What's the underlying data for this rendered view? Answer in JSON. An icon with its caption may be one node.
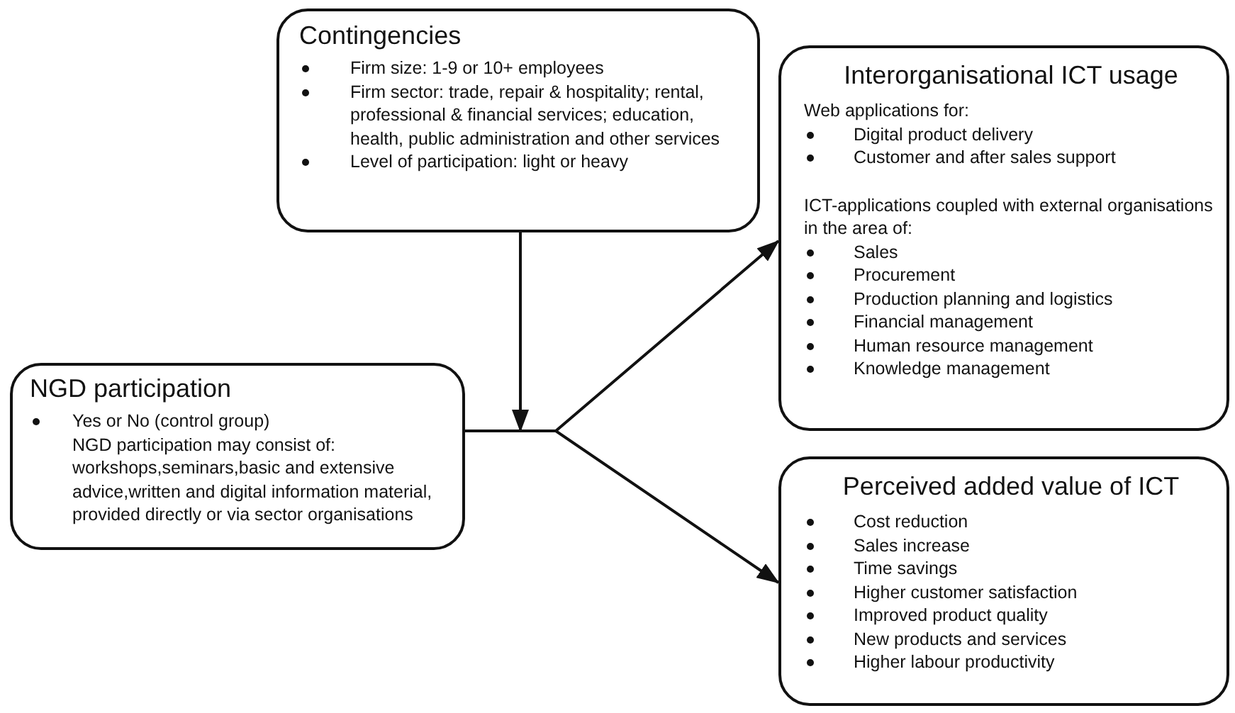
{
  "diagram": {
    "nodes": [
      {
        "text": [
          "Contingencies",
          "Firm size: 1-9 or 10+ employees",
          "Firm sector: trade, repair & hospitality; rental, professional & financial services; education, health, public administration and other services",
          "Level of participation: light or heavy"
        ]
      },
      {
        "text": [
          "Interorganisational ICT usage",
          "Web applications for:",
          "Digital product delivery",
          "Customer and after sales support",
          "ICT-applications coupled with external organisations in the area of:",
          "Sales",
          "Procurement",
          "Production planning and logistics",
          "Financial management",
          "Human resource management",
          "Knowledge management"
        ]
      },
      {
        "text": [
          "NGD participation",
          "Yes or No (control group)",
          "NGD participation may consist of: workshops,seminars,basic and extensive advice,written and digital information material, provided directly or via sector organisations"
        ]
      },
      {
        "text": [
          "Perceived added value of ICT",
          "Cost reduction",
          "Sales increase",
          "Time savings",
          "Higher customer satisfaction",
          "Improved product quality",
          "New products and services",
          "Higher labour productivity"
        ]
      }
    ],
    "edges": [
      {
        "from": 2,
        "to": 1,
        "arrow": "to"
      },
      {
        "from": 2,
        "to": 3,
        "arrow": "to"
      },
      {
        "from": 0,
        "to": null,
        "arrow": "to"
      }
    ]
  }
}
